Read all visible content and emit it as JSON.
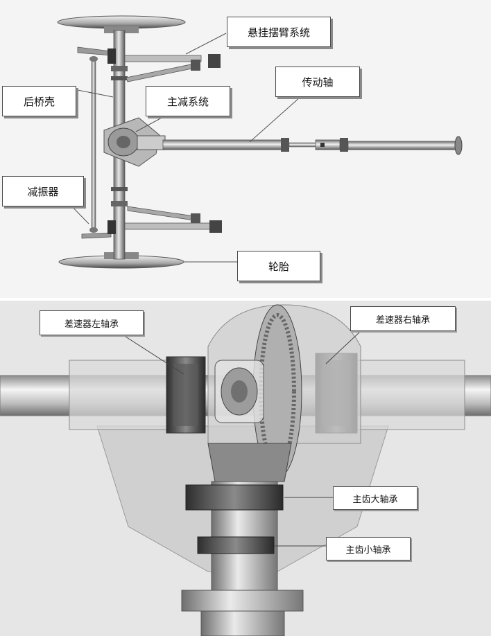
{
  "top_diagram": {
    "labels": {
      "suspension_arm": "悬挂摆臂系统",
      "drive_shaft": "传动轴",
      "rear_axle_housing": "后桥壳",
      "final_drive": "主减系统",
      "shock_absorber": "减振器",
      "tire": "轮胎"
    }
  },
  "bottom_diagram": {
    "labels": {
      "diff_left_bearing": "差速器左轴承",
      "diff_right_bearing": "差速器右轴承",
      "pinion_large_bearing": "主齿大轴承",
      "pinion_small_bearing": "主齿小轴承"
    }
  },
  "colors": {
    "background": "#ffffff",
    "panel_top": "#f4f4f4",
    "panel_bottom": "#e6e6e6",
    "metal_dark": "#555555",
    "metal_light": "#d8d8d8"
  }
}
